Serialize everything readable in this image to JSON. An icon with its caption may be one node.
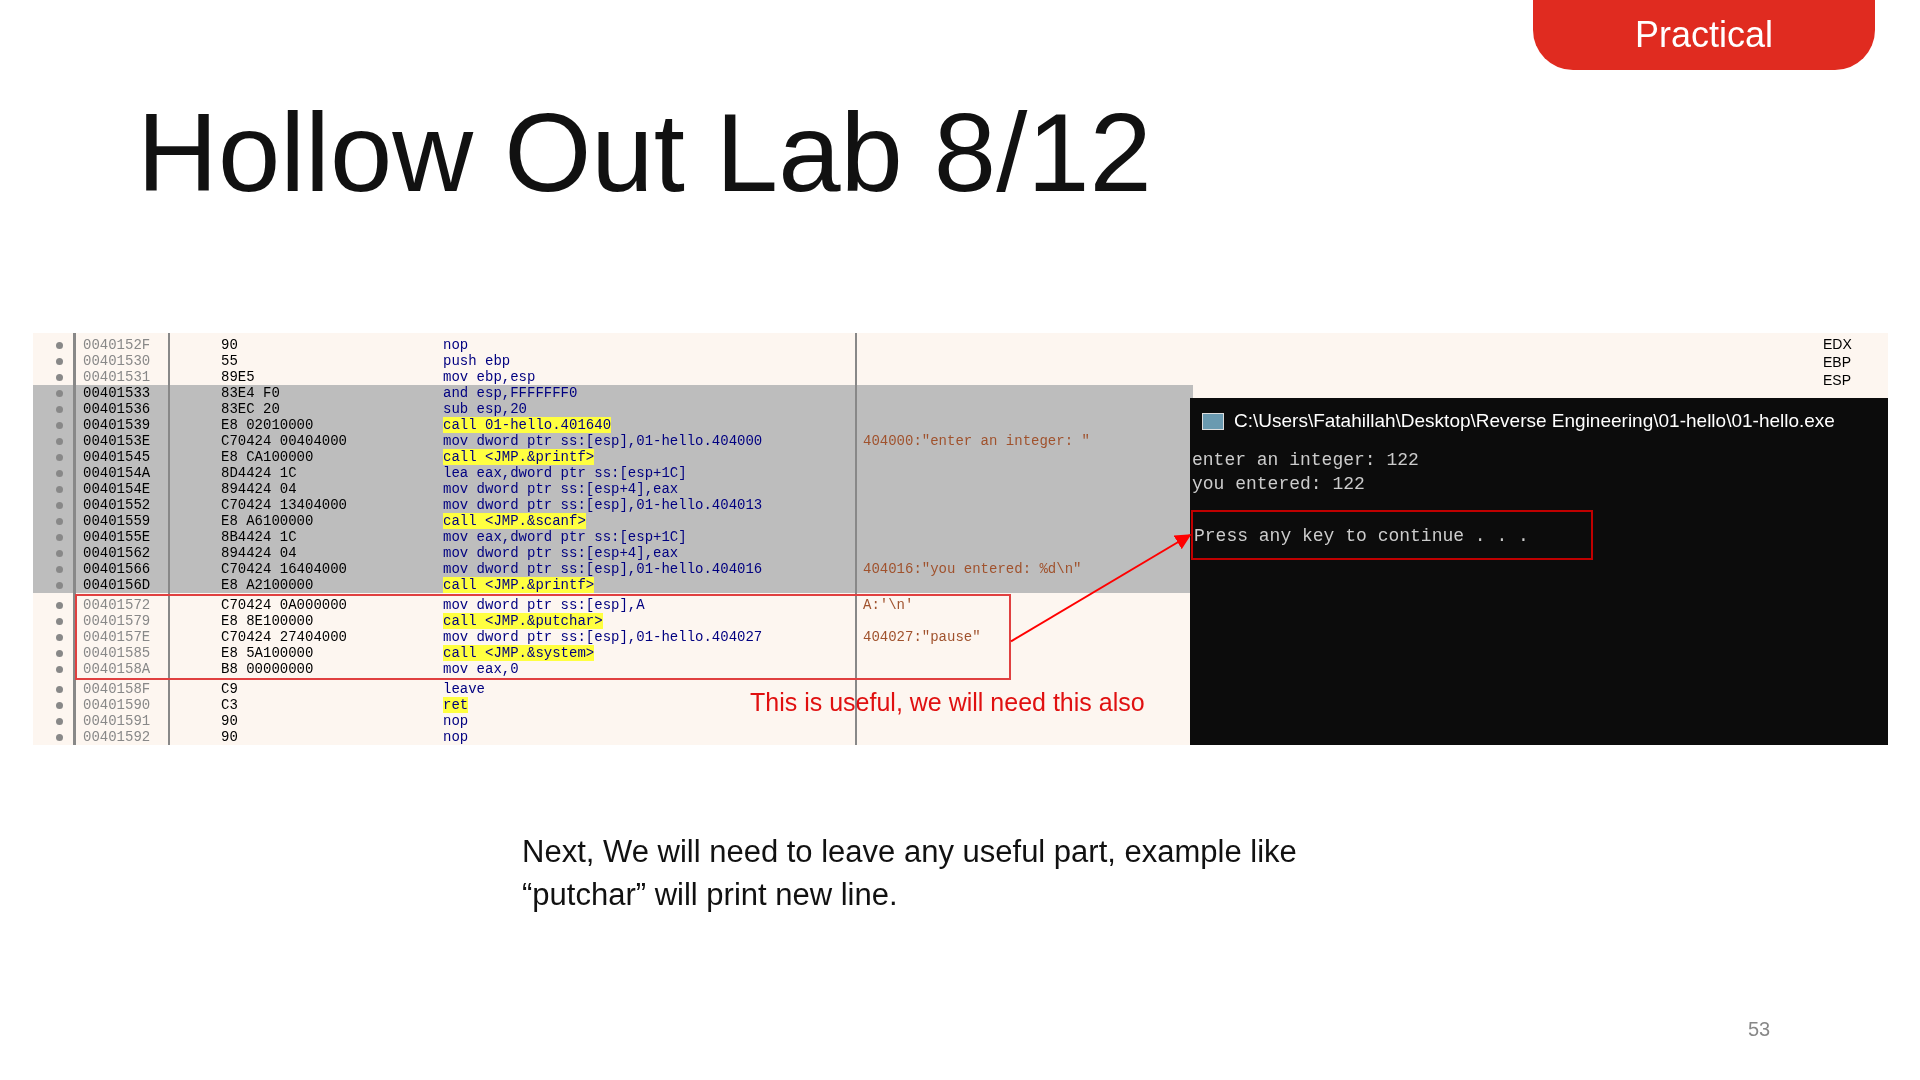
{
  "diagram": {
    "title": "Hollow Out Lab 8/12",
    "nodes": [
      {
        "text": [],
        "shape": "box",
        "beside": [
          "This is useful, we will need this also"
        ]
      },
      {
        "text": [
          "Press any key to continue . . ."
        ]
      }
    ],
    "edges": [
      {
        "from": 0,
        "to": 1,
        "arrow": "to",
        "color": "#ff0000"
      }
    ],
    "labels": [
      "Practical",
      "0040152F",
      "90",
      "nop",
      "00401530",
      "55",
      "push ebp",
      "00401531",
      "89E5",
      "mov ebp,esp",
      "00401533",
      "83E4 F0",
      "and esp,FFFFFFF0",
      "00401536",
      "83EC 20",
      "sub esp,20",
      "00401539",
      "E8 02010000",
      "call 01-hello.401640",
      "0040153E",
      "C70424 00404000",
      "mov dword ptr ss:[esp],01-hello.404000",
      "404000:\"enter an integer: \"",
      "00401545",
      "E8 CA100000",
      "call <JMP.&printf>",
      "0040154A",
      "8D4424 1C",
      "lea eax,dword ptr ss:[esp+1C]",
      "0040154E",
      "894424 04",
      "mov dword ptr ss:[esp+4],eax",
      "00401552",
      "C70424 13404000",
      "mov dword ptr ss:[esp],01-hello.404013",
      "00401559",
      "E8 A6100000",
      "call <JMP.&scanf>",
      "0040155E",
      "8B4424 1C",
      "mov eax,dword ptr ss:[esp+1C]",
      "00401562",
      "894424 04",
      "mov dword ptr ss:[esp+4],eax",
      "00401566",
      "C70424 16404000",
      "mov dword ptr ss:[esp],01-hello.404016",
      "404016:\"you entered: %d\\n\"",
      "0040156D",
      "E8 A2100000",
      "call <JMP.&printf>",
      "00401572",
      "C70424 0A000000",
      "mov dword ptr ss:[esp],A",
      "A:'\\n'",
      "00401579",
      "E8 8E100000",
      "call <JMP.&putchar>",
      "0040157E",
      "C70424 27404000",
      "mov dword ptr ss:[esp],01-hello.404027",
      "404027:\"pause\"",
      "00401585",
      "E8 5A100000",
      "call <JMP.&system>",
      "0040158A",
      "B8 00000000",
      "mov eax,0",
      "0040158F",
      "C9",
      "leave",
      "00401590",
      "C3",
      "ret",
      "00401591",
      "90",
      "nop",
      "00401592",
      "90",
      "nop",
      "C:\\Users\\Fatahillah\\Desktop\\Reverse Engineering\\01-hello\\01-hello.exe",
      "enter an integer: 122",
      "you entered: 122",
      "EDX",
      "EBP",
      "ESP",
      "Next, We will need to leave any useful part, example like “putchar” will print new line.",
      "53"
    ]
  }
}
